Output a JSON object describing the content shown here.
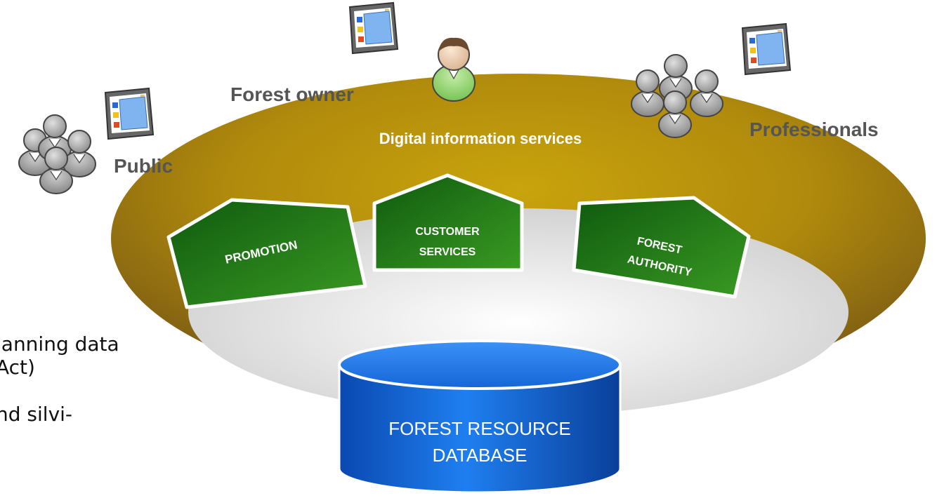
{
  "labels": {
    "ring_title": "Digital information services",
    "forest_owner": "Forest owner",
    "professionals": "Professionals",
    "public": "Public",
    "promotion": "PROMOTION",
    "customer_services_line1": "CUSTOMER",
    "customer_services_line2": "SERVICES",
    "forest_authority_line1": "FOREST",
    "forest_authority_line2": "AUTHORITY",
    "database_line1": "FOREST RESOURCE",
    "database_line2": "DATABASE"
  },
  "side_text": {
    "line1": "lanning data",
    "line2": "Act)",
    "line3": "nd silvi-"
  },
  "colors": {
    "ring": "#b08a0c",
    "ring_dark": "#8a6a10",
    "inner_disc": "#e6e6e6",
    "panel_green": "#1e7a1e",
    "panel_green_dark": "#0f5a0f",
    "database_blue": "#1565d8",
    "database_top": "#1e78ee",
    "person_gray": "#a8a8a8",
    "owner_body": "#8ed06b",
    "label_gray": "#555555"
  },
  "icons": [
    "monitor-icon",
    "person-icon",
    "group-icon",
    "database-icon"
  ]
}
